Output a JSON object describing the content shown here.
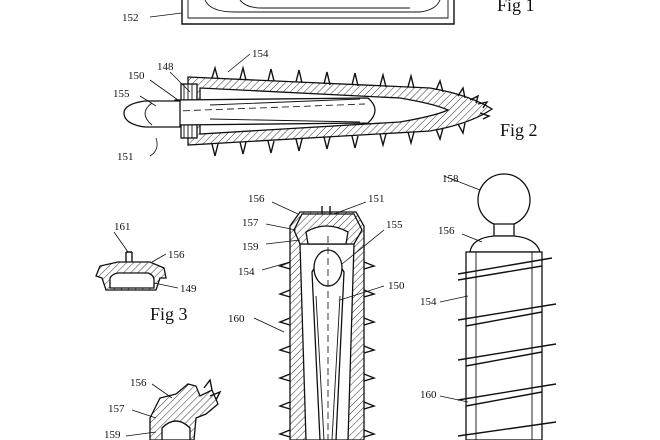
{
  "figures": {
    "fig1": {
      "caption": "Fig 1",
      "labels": {
        "l152": "152"
      }
    },
    "fig2": {
      "caption": "Fig 2",
      "labels": {
        "l154": "154",
        "l148": "148",
        "l150": "150",
        "l155": "155",
        "l151": "151"
      }
    },
    "fig3": {
      "caption": "Fig 3",
      "labels": {
        "l161": "161",
        "l156": "156",
        "l149": "149"
      }
    },
    "fig_section": {
      "labels": {
        "l156": "156",
        "l151": "151",
        "l157": "157",
        "l155": "155",
        "l159": "159",
        "l154": "154",
        "l150": "150",
        "l160": "160"
      }
    },
    "fig_screw": {
      "labels": {
        "l158": "158",
        "l156": "156",
        "l154": "154",
        "l160": "160"
      }
    },
    "fig_partial": {
      "labels": {
        "l156": "156",
        "l157": "157",
        "l159": "159"
      }
    }
  }
}
